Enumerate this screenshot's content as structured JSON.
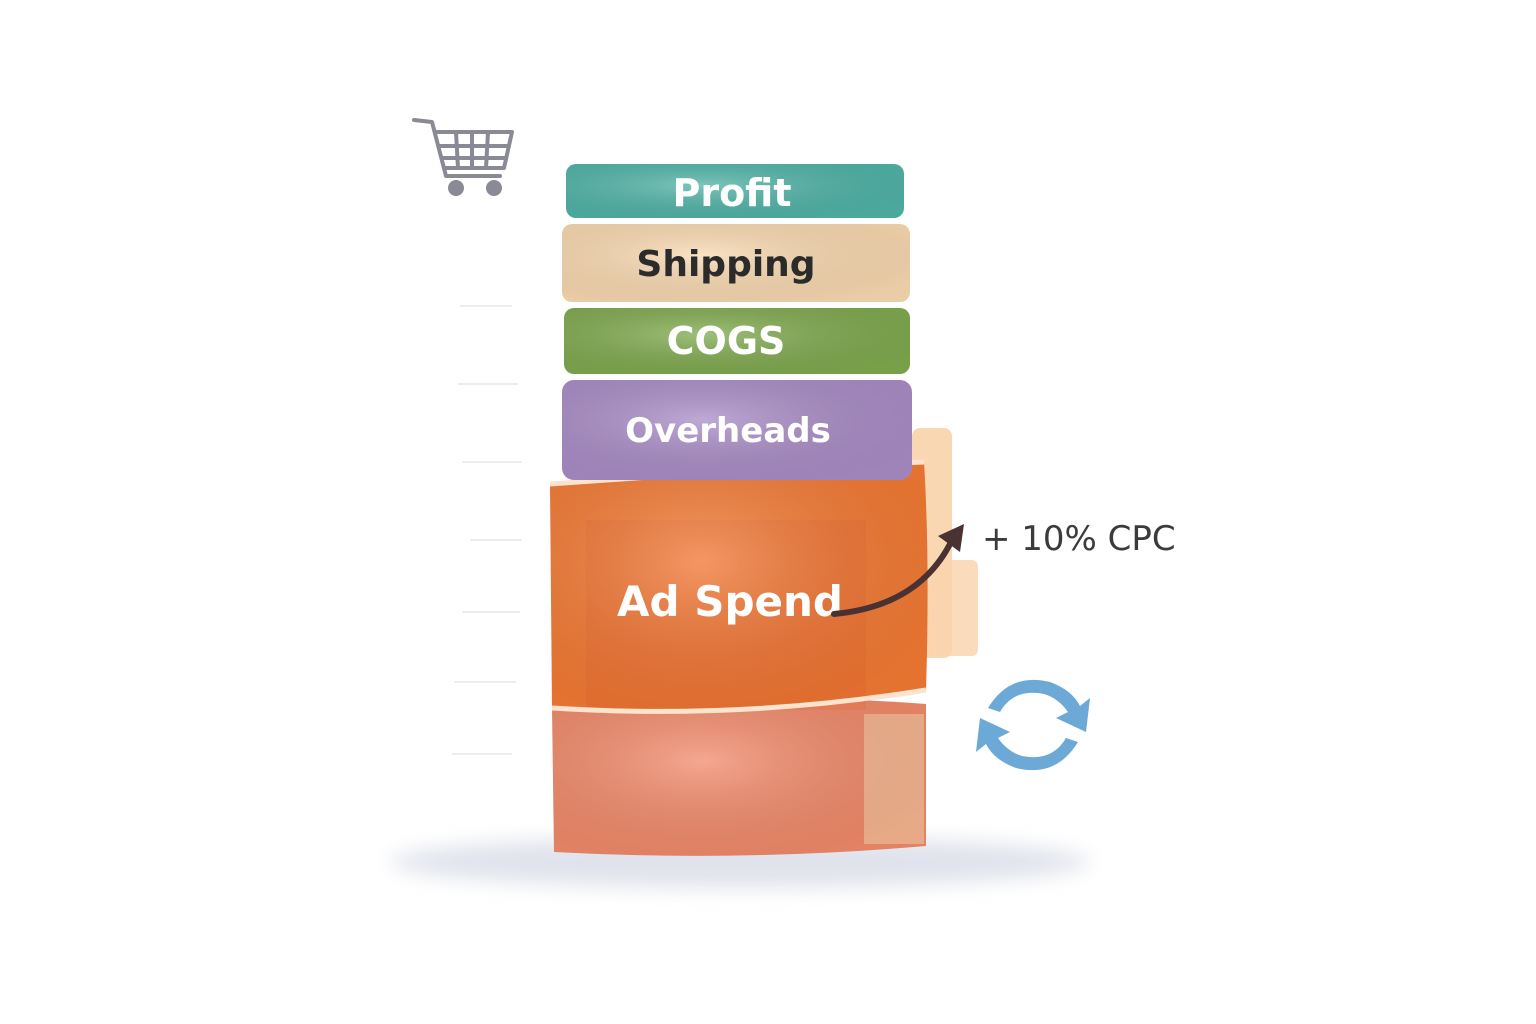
{
  "diagram": {
    "layers": [
      {
        "id": "profit",
        "label": "Profit",
        "color": "#4fb3a6",
        "text_color": "#ffffff"
      },
      {
        "id": "shipping",
        "label": "Shipping",
        "color": "#f9d9b0",
        "text_color": "#2b2b2b"
      },
      {
        "id": "cogs",
        "label": "COGS",
        "color": "#7faa4e",
        "text_color": "#ffffff"
      },
      {
        "id": "overheads",
        "label": "Overheads",
        "color": "#a98cc6",
        "text_color": "#ffffff"
      },
      {
        "id": "ad_spend",
        "label": "Ad Spend",
        "color": "#f47a33",
        "text_color": "#ffffff"
      },
      {
        "id": "base",
        "label": "",
        "color": "#f28a6a",
        "text_color": "#ffffff"
      }
    ],
    "annotation": {
      "text": "+ 10% CPC",
      "color": "#3b3b3b",
      "arrow_color": "#4a3232"
    },
    "icons": {
      "cart": "shopping-cart-icon",
      "cycle": "refresh-cycle-icon"
    },
    "colors": {
      "cart": "#8a8a96",
      "cycle": "#6da9d6",
      "shadow": "#dde0ea",
      "side_panel": "#f7c99a"
    }
  }
}
